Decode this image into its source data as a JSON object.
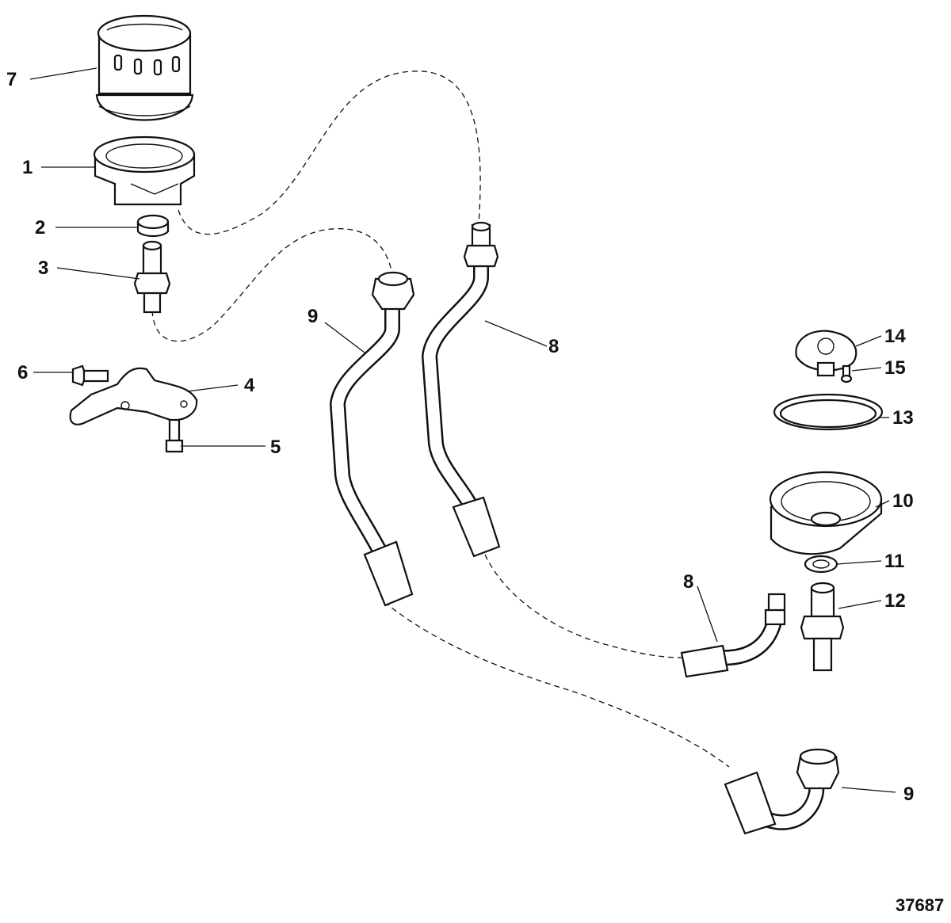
{
  "diagram": {
    "figure_number": "37687",
    "callouts": [
      {
        "id": "c7",
        "text": "7"
      },
      {
        "id": "c1",
        "text": "1"
      },
      {
        "id": "c2",
        "text": "2"
      },
      {
        "id": "c3",
        "text": "3"
      },
      {
        "id": "c6",
        "text": "6"
      },
      {
        "id": "c4",
        "text": "4"
      },
      {
        "id": "c5",
        "text": "5"
      },
      {
        "id": "c9a",
        "text": "9"
      },
      {
        "id": "c8a",
        "text": "8"
      },
      {
        "id": "c14",
        "text": "14"
      },
      {
        "id": "c15",
        "text": "15"
      },
      {
        "id": "c13",
        "text": "13"
      },
      {
        "id": "c10",
        "text": "10"
      },
      {
        "id": "c11",
        "text": "11"
      },
      {
        "id": "c8b",
        "text": "8"
      },
      {
        "id": "c12",
        "text": "12"
      },
      {
        "id": "c9b",
        "text": "9"
      }
    ]
  }
}
